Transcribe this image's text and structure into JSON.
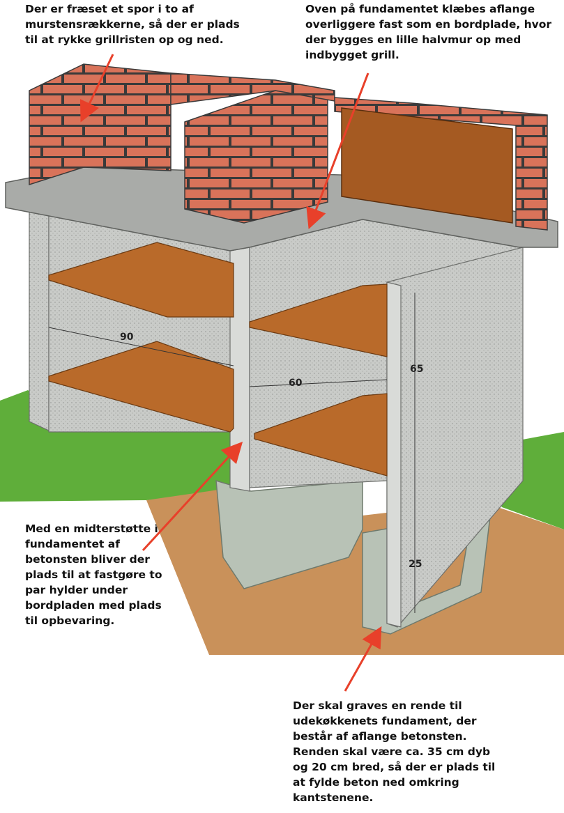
{
  "callouts": {
    "top_left": "Der er fræset et spor i to af murstensrækkerne, så der er plads til at rykke grillristen op og ned.",
    "top_right": "Oven på fundamentet klæbes aflange overliggere fast som en bordplade, hvor der bygges en lille halvmur op med indbygget grill.",
    "middle_left": "Med en midterstøtte i fundamentet af betonsten bliver der plads til at fastgøre to par hylder under bordpladen med plads til opbevaring.",
    "bottom_right": "Der skal graves en rende til udekøkkenets fundament, der består af aflange betonsten. Renden skal være ca. 35 cm dyb og 20 cm bred, så der er plads til at fylde beton ned omkring kantstenene."
  },
  "dimensions": {
    "width_left": "90",
    "width_right": "60",
    "height_upper": "65",
    "height_lower": "25"
  },
  "colors": {
    "arrow": "#e8402a",
    "brick": "#d9735a",
    "mortar": "#3a3a3a",
    "concrete": "#c9cbc8",
    "shelf": "#b96a2a",
    "grass": "#5fae3a",
    "soil": "#c9915a",
    "foundation": "#b8c2b6"
  }
}
